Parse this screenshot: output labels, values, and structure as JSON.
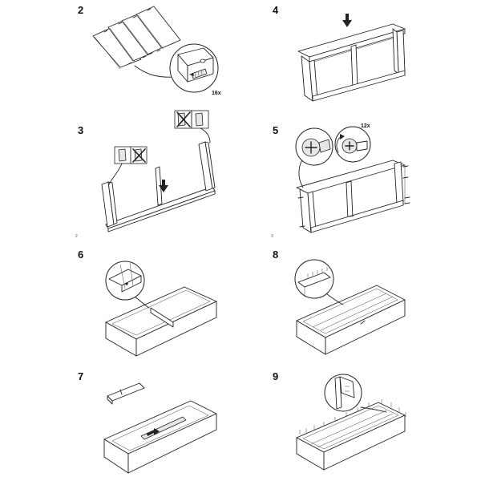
{
  "steps": [
    {
      "number": "2",
      "quantity": "16x"
    },
    {
      "number": "4"
    },
    {
      "number": "3"
    },
    {
      "number": "5",
      "quantity": "12x"
    },
    {
      "number": "6"
    },
    {
      "number": "8"
    },
    {
      "number": "7"
    },
    {
      "number": "9"
    }
  ],
  "page_marks": {
    "left": "2",
    "right": "3"
  }
}
